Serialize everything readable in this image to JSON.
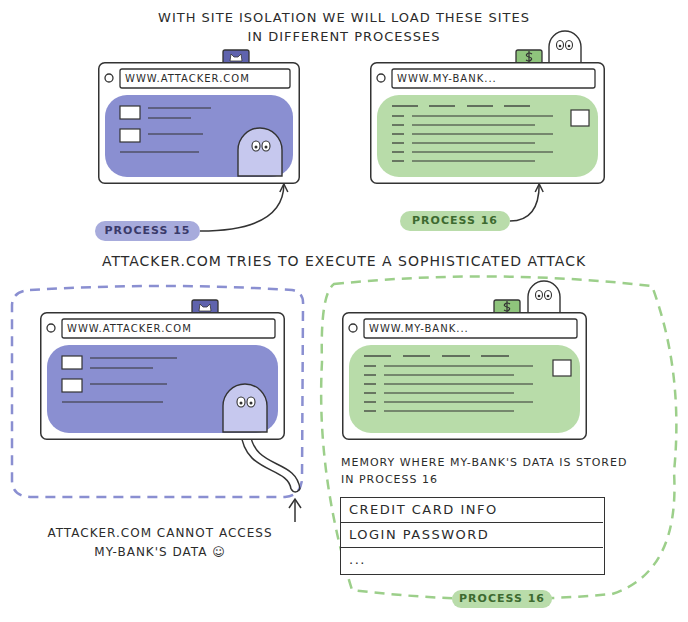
{
  "diagram": {
    "title": "WITH SITE ISOLATION WE WILL LOAD THESE SITES IN DIFFERENT PROCESSES",
    "nodes": [
      {
        "text": [
          "WWW.ATTACKER.COM"
        ]
      },
      {
        "text": [
          "WWW.MY-BANK..."
        ]
      },
      {
        "text": [
          "PROCESS 15"
        ]
      },
      {
        "text": [
          "PROCESS 16"
        ]
      },
      {
        "text": [
          "WWW.ATTACKER.COM"
        ]
      },
      {
        "text": [
          "PROCESS 16"
        ]
      },
      {
        "text": [
          "WWW.MY-BANK..."
        ],
        "in": 5
      },
      {
        "text": [
          "MEMORY WHERE MY-BANK'S DATA IS STORED IN PROCESS 16"
        ],
        "in": 5
      },
      {
        "text": [
          "CREDIT CARD INFO"
        ],
        "in": 7
      },
      {
        "text": [
          "LOGIN PASSWORD"
        ],
        "in": 7
      },
      {
        "text": [
          "..."
        ],
        "in": 7
      }
    ],
    "edges": [
      {
        "from": 2,
        "to": 0,
        "arrow": "to"
      },
      {
        "from": 3,
        "to": 1,
        "arrow": "to"
      }
    ],
    "labels": [
      "ATTACKER.COM TRIES TO EXECUTE A SOPHISTICATED ATTACK",
      "ATTACKER.COM CANNOT ACCESS MY-BANK'S DATA ☺"
    ]
  }
}
